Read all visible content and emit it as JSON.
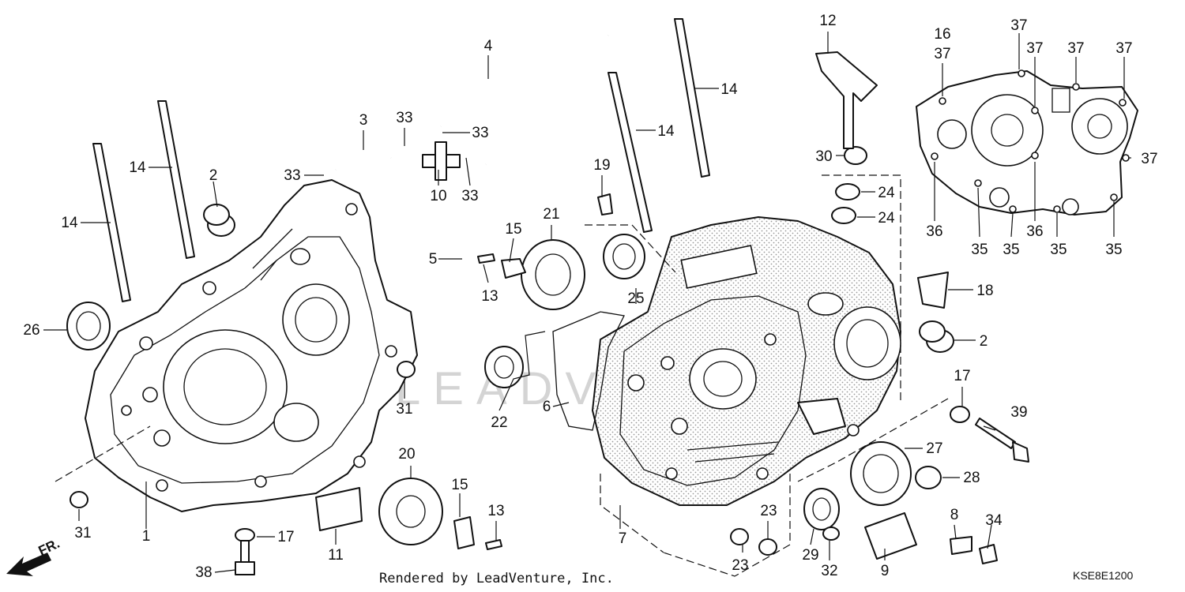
{
  "watermark": "LEADVENTURE",
  "footer": {
    "rendered_by": "Rendered by LeadVenture, Inc.",
    "diagram_code": "KSE8E1200"
  },
  "direction_arrow": {
    "label": "FR.",
    "icon": "arrow-front-icon"
  },
  "callouts": {
    "c1": "1",
    "c2a": "2",
    "c2b": "2",
    "c3": "3",
    "c4": "4",
    "c5": "5",
    "c6": "6",
    "c7": "7",
    "c8": "8",
    "c9": "9",
    "c10": "10",
    "c11": "11",
    "c12": "12",
    "c13a": "13",
    "c13b": "13",
    "c14a": "14",
    "c14b": "14",
    "c14c": "14",
    "c14d": "14",
    "c15a": "15",
    "c15b": "15",
    "c16": "16",
    "c17a": "17",
    "c17b": "17",
    "c18": "18",
    "c19": "19",
    "c20": "20",
    "c21": "21",
    "c22": "22",
    "c23a": "23",
    "c23b": "23",
    "c23c": "23",
    "c24a": "24",
    "c24b": "24",
    "c25": "25",
    "c26": "26",
    "c27": "27",
    "c28": "28",
    "c29": "29",
    "c30": "30",
    "c31a": "31",
    "c31b": "31",
    "c32": "32",
    "c33a": "33",
    "c33b": "33",
    "c33c": "33",
    "c33d": "33",
    "c34": "34",
    "c35a": "35",
    "c35b": "35",
    "c35c": "35",
    "c35d": "35",
    "c36a": "36",
    "c36b": "36",
    "c37a": "37",
    "c37b": "37",
    "c37c": "37",
    "c37d": "37",
    "c37e": "37",
    "c37f": "37",
    "c38": "38",
    "c39": "39"
  }
}
